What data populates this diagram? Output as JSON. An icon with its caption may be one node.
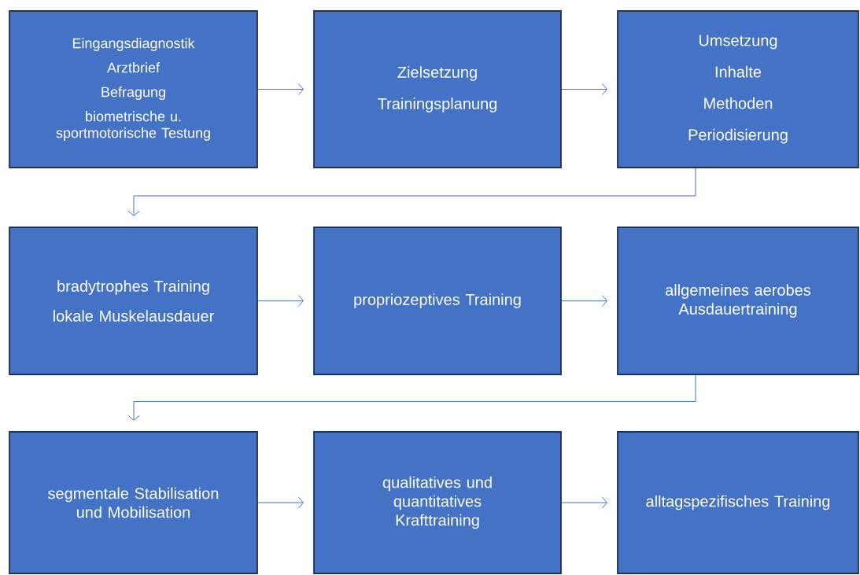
{
  "diagram": {
    "nodes": [
      {
        "text": [
          "Eingangsdiagnostik",
          "Arztbrief",
          "Befragung",
          "biometrische u. sportmotorische Testung"
        ]
      },
      {
        "text": [
          "Zielsetzung",
          "Trainingsplanung"
        ]
      },
      {
        "text": [
          "Umsetzung",
          "Inhalte",
          "Methoden",
          "Periodisierung"
        ]
      },
      {
        "text": [
          "bradytrophes Training",
          "lokale Muskelausdauer"
        ]
      },
      {
        "text": [
          "propriozeptives Training"
        ]
      },
      {
        "text": [
          "allgemeines aerobes Ausdauertraining"
        ]
      },
      {
        "text": [
          "segmentale Stabilisation und Mobilisation"
        ]
      },
      {
        "text": [
          "qualitatives und quantitatives Krafttraining"
        ]
      },
      {
        "text": [
          "alltagspezifisches Training"
        ]
      }
    ],
    "edges": [
      {
        "from": 0,
        "to": 1,
        "arrow": "to"
      },
      {
        "from": 1,
        "to": 2,
        "arrow": "to"
      },
      {
        "from": 2,
        "to": 3,
        "arrow": "to"
      },
      {
        "from": 3,
        "to": 4,
        "arrow": "to"
      },
      {
        "from": 4,
        "to": 5,
        "arrow": "to"
      },
      {
        "from": 5,
        "to": 6,
        "arrow": "to"
      },
      {
        "from": 6,
        "to": 7,
        "arrow": "to"
      },
      {
        "from": 7,
        "to": 8,
        "arrow": "to"
      }
    ]
  }
}
